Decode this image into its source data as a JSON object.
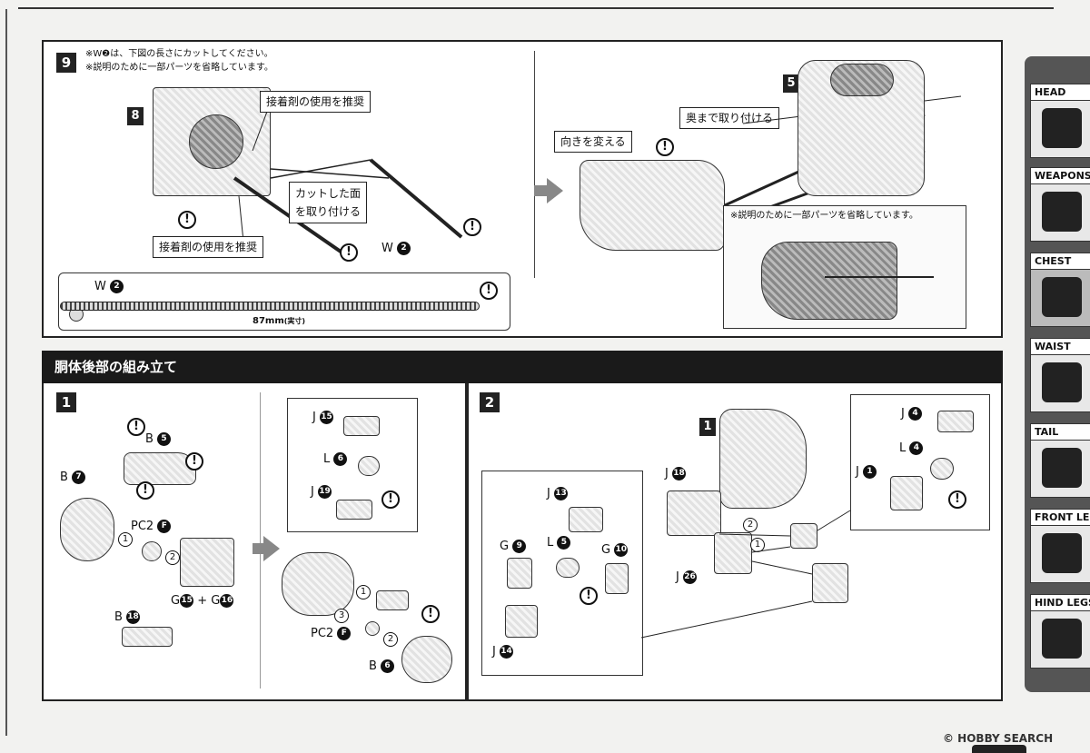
{
  "step9": {
    "number": "9",
    "note_line1": "※W❷は、下図の長さにカットしてください。",
    "note_line2": "※説明のために一部パーツを省略しています。",
    "part_ref": "8",
    "callout_glue_top": "接着剤の使用を推奨",
    "callout_cut_face_1": "カットした面",
    "callout_cut_face_2": "を取り付ける",
    "callout_glue_bottom": "接着剤の使用を推奨",
    "w2_label": "W",
    "w2_num": "2",
    "ruler_w2_label": "W",
    "ruler_w2_num": "2",
    "ruler_measure": "87mm",
    "ruler_measure_unit": "(実寸)"
  },
  "step9b": {
    "part_ref": "5",
    "callout_turn": "向きを変える",
    "callout_insert": "奥まで取り付ける",
    "note_omit": "※説明のために一部パーツを省略しています。"
  },
  "section": {
    "title": "胴体後部の組み立て"
  },
  "step1": {
    "number": "1",
    "b5_letter": "B",
    "b5_num": "5",
    "b7_letter": "B",
    "b7_num": "7",
    "pc2_label": "PC2",
    "pc2_badge": "F",
    "g15_letter": "G",
    "g15_num": "15",
    "plus": "+",
    "g16_letter": "G",
    "g16_num": "16",
    "b18_letter": "B",
    "b18_num": "18",
    "step_c1": "1",
    "step_c2": "2",
    "j15_letter": "J",
    "j15_num": "15",
    "l6_letter": "L",
    "l6_num": "6",
    "j19_letter": "J",
    "j19_num": "19",
    "pc2b_label": "PC2",
    "pc2b_badge": "F",
    "b6_letter": "B",
    "b6_num": "6",
    "right_c1": "1",
    "right_c2": "2",
    "right_c3": "3"
  },
  "step2": {
    "number": "2",
    "j13_letter": "J",
    "j13_num": "13",
    "g9_letter": "G",
    "g9_num": "9",
    "l5_letter": "L",
    "l5_num": "5",
    "g10_letter": "G",
    "g10_num": "10",
    "j14_letter": "J",
    "j14_num": "14",
    "part_ref": "1",
    "j18_letter": "J",
    "j18_num": "18",
    "j26_letter": "J",
    "j26_num": "26",
    "c1": "1",
    "c2": "2",
    "j4_letter": "J",
    "j4_num": "4",
    "l4_letter": "L",
    "l4_num": "4",
    "j1_letter": "J",
    "j1_num": "1"
  },
  "sidebar": {
    "tabs": [
      {
        "label": "HEAD"
      },
      {
        "label": "WEAPONS"
      },
      {
        "label": "CHEST"
      },
      {
        "label": "WAIST"
      },
      {
        "label": "TAIL"
      },
      {
        "label": "FRONT LEGS"
      },
      {
        "label": "HIND LEGS"
      }
    ]
  },
  "watermark": "© HOBBY SEARCH",
  "excl": "!"
}
